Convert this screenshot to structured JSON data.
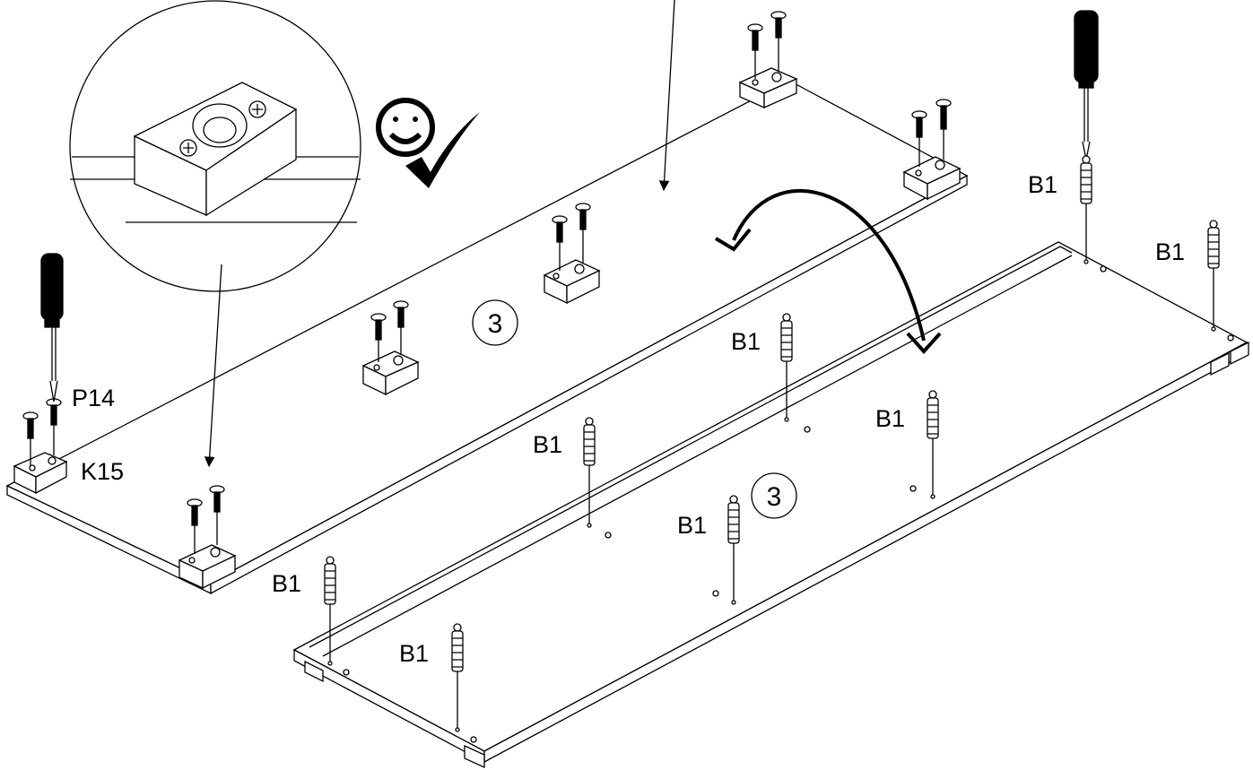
{
  "labels": {
    "b1": "B1",
    "p14": "P14",
    "k15": "K15",
    "step": "3"
  },
  "symbols": {
    "smiley": "☺",
    "check": "✔"
  },
  "colors": {
    "line": "#000000",
    "panel": "#ffffff"
  }
}
